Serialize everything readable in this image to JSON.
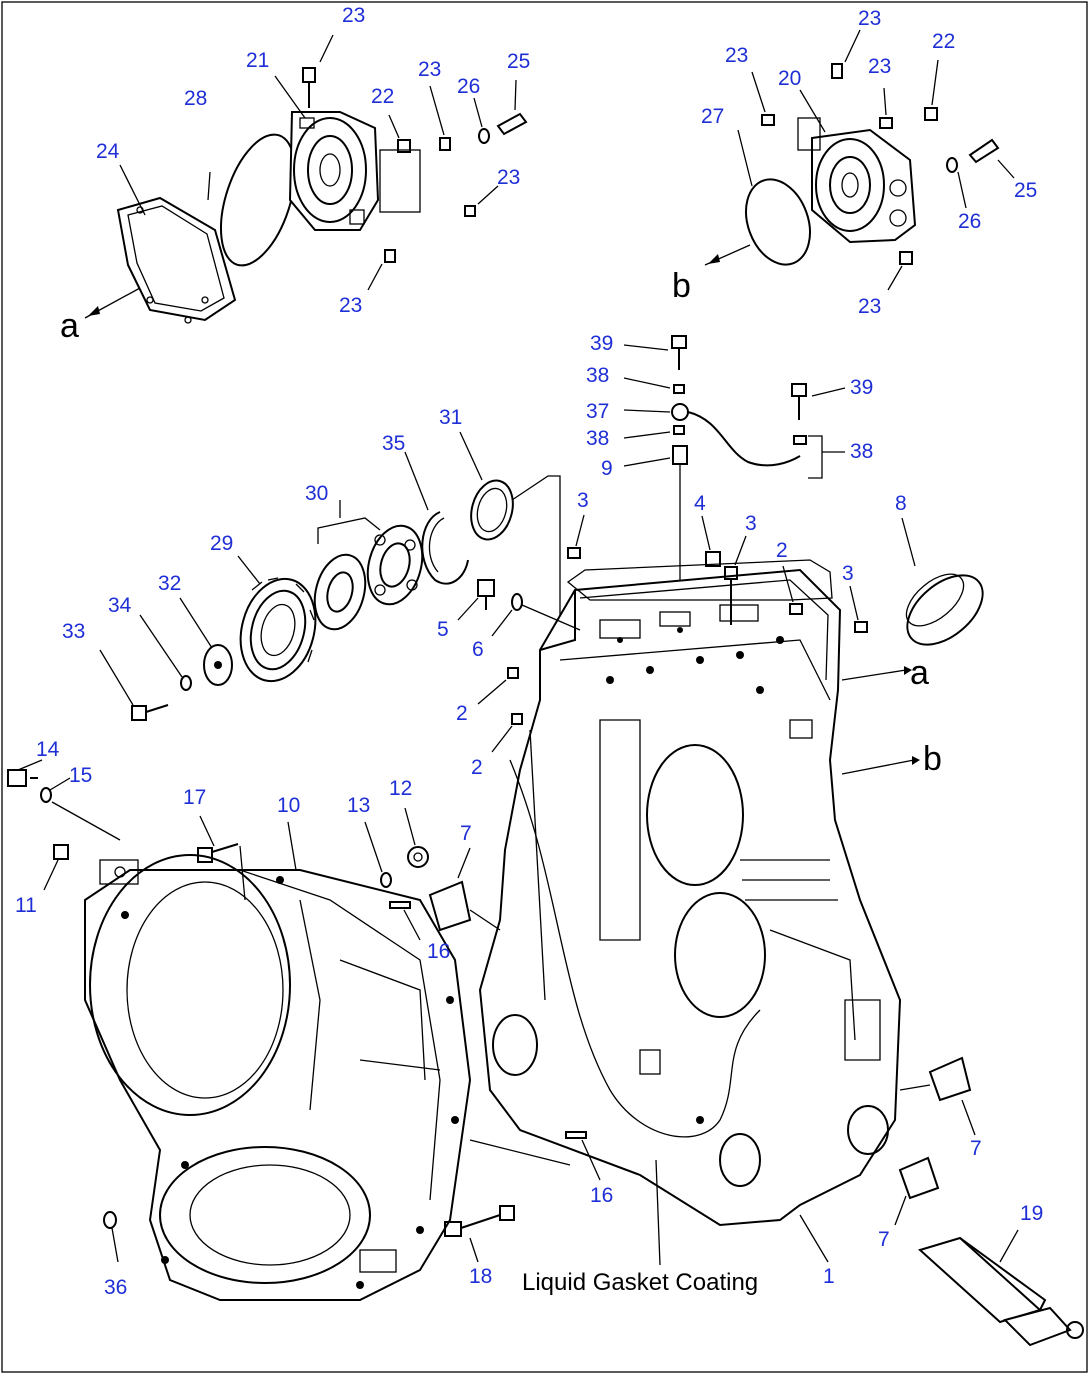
{
  "caption": "Liquid Gasket Coating",
  "refs": [
    "a",
    "b",
    "a",
    "b"
  ],
  "labels": [
    "23",
    "21",
    "22",
    "23",
    "26",
    "25",
    "28",
    "24",
    "23",
    "23",
    "23",
    "23",
    "20",
    "23",
    "22",
    "27",
    "25",
    "26",
    "23",
    "39",
    "38",
    "37",
    "38",
    "9",
    "39",
    "38",
    "31",
    "35",
    "30",
    "29",
    "32",
    "34",
    "33",
    "3",
    "4",
    "3",
    "2",
    "3",
    "8",
    "5",
    "6",
    "2",
    "2",
    "14",
    "15",
    "11",
    "17",
    "10",
    "13",
    "12",
    "7",
    "16",
    "7",
    "7",
    "16",
    "19",
    "36",
    "18",
    "1"
  ]
}
